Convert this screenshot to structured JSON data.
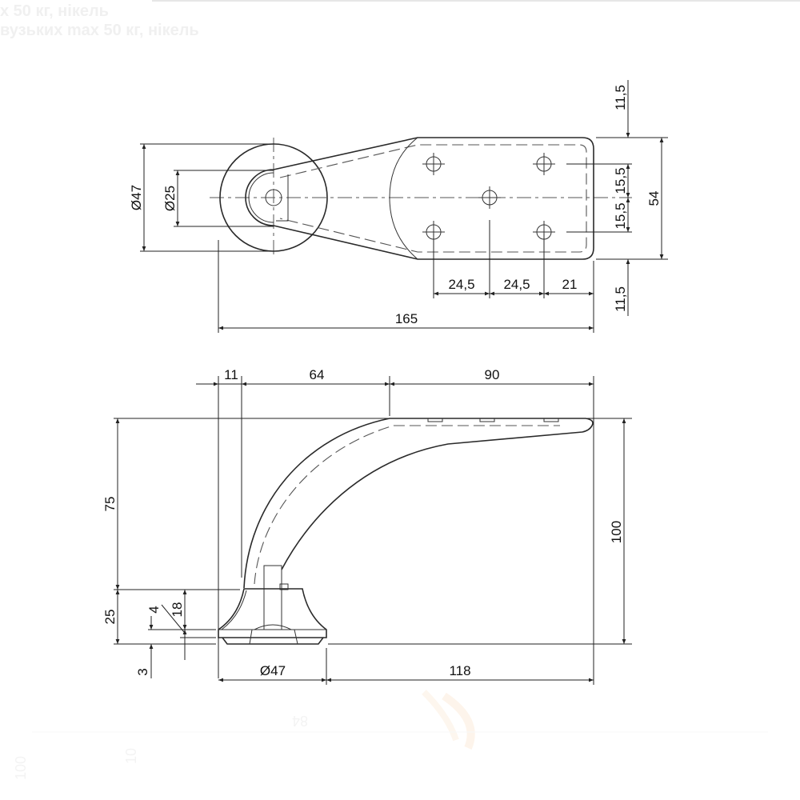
{
  "header_ghost": {
    "line1": "х 50 кг, нікель",
    "line2": "вузьких max 50 кг, нікель"
  },
  "top_view": {
    "dims": {
      "outer_diameter": "Ø47",
      "inner_diameter": "Ø25",
      "total_length": "165",
      "hole_spacing_1": "24,5",
      "hole_spacing_2": "24,5",
      "end_offset": "21",
      "width": "54",
      "margin_top": "11,5",
      "margin_bottom": "11,5",
      "hole_offset_top": "15,5",
      "hole_offset_bottom": "15,5"
    }
  },
  "side_view": {
    "dims": {
      "offset": "11",
      "mid_length": "64",
      "plate_length": "90",
      "leg_height": "75",
      "foot_height": "25",
      "total_height": "100",
      "foot_body": "18",
      "foot_step": "4",
      "foot_base": "3",
      "foot_diameter": "Ø47",
      "reach": "118"
    }
  },
  "footer_ghost": {
    "a": "84",
    "b": "100",
    "c": "10"
  }
}
